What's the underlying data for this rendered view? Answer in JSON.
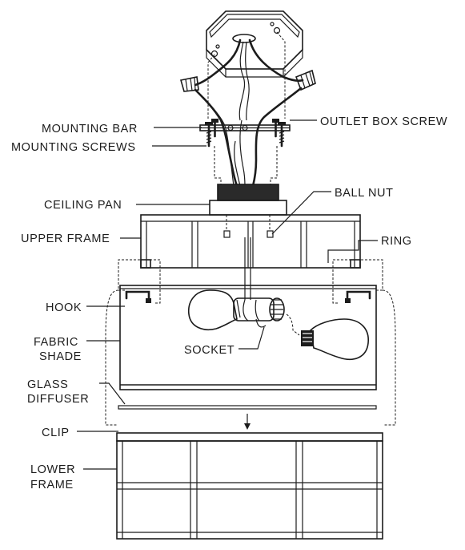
{
  "labels": {
    "mounting_bar": "MOUNTING BAR",
    "mounting_screws": "MOUNTING SCREWS",
    "outlet_box_screw": "OUTLET BOX SCREW",
    "ceiling_pan": "CEILING PAN",
    "ball_nut": "BALL NUT",
    "upper_frame": "UPPER FRAME",
    "ring": "RING",
    "hook": "HOOK",
    "fabric_shade_1": "FABRIC",
    "fabric_shade_2": "SHADE",
    "socket": "SOCKET",
    "glass_diffuser_1": "GLASS",
    "glass_diffuser_2": "DIFFUSER",
    "clip": "CLIP",
    "lower_frame_1": "LOWER",
    "lower_frame_2": "FRAME"
  }
}
